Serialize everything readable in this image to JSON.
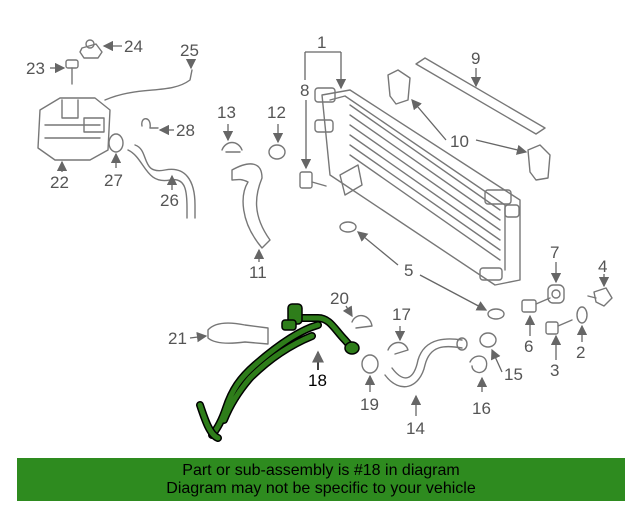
{
  "callouts": {
    "c1": "1",
    "c2": "2",
    "c3": "3",
    "c4": "4",
    "c5": "5",
    "c6": "6",
    "c7": "7",
    "c8": "8",
    "c9": "9",
    "c10": "10",
    "c11": "11",
    "c12": "12",
    "c13": "13",
    "c14": "14",
    "c15": "15",
    "c16": "16",
    "c17": "17",
    "c18": "18",
    "c19": "19",
    "c20": "20",
    "c21": "21",
    "c22": "22",
    "c23": "23",
    "c24": "24",
    "c25": "25",
    "c26": "26",
    "c27": "27",
    "c28": "28"
  },
  "highlighted_part": "18",
  "colors": {
    "highlight": "#2e7d1a",
    "banner": "#2e8b1f",
    "line_art": "#777777"
  },
  "footer": {
    "line1": "Part or sub-assembly is #18 in diagram",
    "line2": "Diagram may not be specific to your vehicle"
  }
}
